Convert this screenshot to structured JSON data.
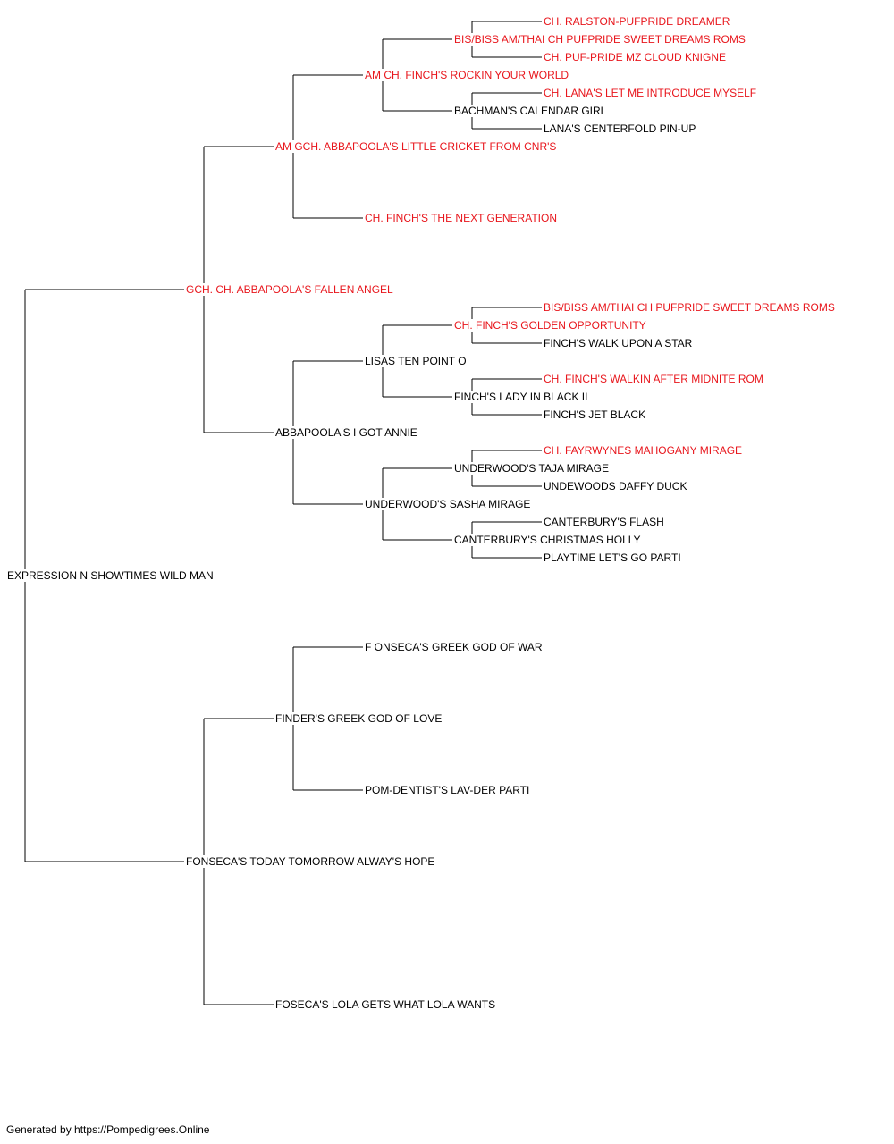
{
  "colors": {
    "champion": "#e8161c",
    "normal": "#000000",
    "line": "#000000"
  },
  "pedigree": {
    "subject": {
      "name": "EXPRESSION N SHOWTIMES WILD MAN",
      "champion": false
    },
    "sire": {
      "name": "GCH. CH. ABBAPOOLA'S FALLEN ANGEL",
      "champion": true,
      "sire": {
        "name": "AM GCH. ABBAPOOLA'S LITTLE CRICKET FROM CNR'S",
        "champion": true,
        "sire": {
          "name": "AM CH. FINCH'S ROCKIN YOUR WORLD",
          "champion": true,
          "sire": {
            "name": "BIS/BISS AM/THAI CH PUFPRIDE SWEET DREAMS ROMS",
            "champion": true,
            "sire": {
              "name": "CH. RALSTON-PUFPRIDE DREAMER",
              "champion": true
            },
            "dam": {
              "name": "CH. PUF-PRIDE MZ CLOUD KNIGNE",
              "champion": true
            }
          },
          "dam": {
            "name": "BACHMAN'S CALENDAR GIRL",
            "champion": false,
            "sire": {
              "name": "CH. LANA'S LET ME INTRODUCE MYSELF",
              "champion": true
            },
            "dam": {
              "name": "LANA'S CENTERFOLD PIN-UP",
              "champion": false
            }
          }
        },
        "dam": {
          "name": "CH. FINCH'S THE NEXT GENERATION",
          "champion": true
        }
      },
      "dam": {
        "name": "ABBAPOOLA'S I GOT ANNIE",
        "champion": false,
        "sire": {
          "name": "LISAS TEN POINT O",
          "champion": false,
          "sire": {
            "name": "CH. FINCH'S GOLDEN OPPORTUNITY",
            "champion": true,
            "sire": {
              "name": "BIS/BISS AM/THAI CH PUFPRIDE SWEET DREAMS ROMS",
              "champion": true
            },
            "dam": {
              "name": "FINCH'S WALK UPON A STAR",
              "champion": false
            }
          },
          "dam": {
            "name": "FINCH'S LADY IN BLACK II",
            "champion": false,
            "sire": {
              "name": "CH. FINCH'S WALKIN AFTER MIDNITE ROM",
              "champion": true
            },
            "dam": {
              "name": "FINCH'S JET BLACK",
              "champion": false
            }
          }
        },
        "dam": {
          "name": "UNDERWOOD'S SASHA MIRAGE",
          "champion": false,
          "sire": {
            "name": "UNDERWOOD'S TAJA MIRAGE",
            "champion": false,
            "sire": {
              "name": "CH. FAYRWYNES MAHOGANY MIRAGE",
              "champion": true
            },
            "dam": {
              "name": "UNDEWOODS DAFFY DUCK",
              "champion": false
            }
          },
          "dam": {
            "name": "CANTERBURY'S CHRISTMAS HOLLY",
            "champion": false,
            "sire": {
              "name": "CANTERBURY'S FLASH",
              "champion": false
            },
            "dam": {
              "name": "PLAYTIME LET'S GO PARTI",
              "champion": false
            }
          }
        }
      }
    },
    "dam": {
      "name": "FONSECA'S TODAY TOMORROW ALWAY'S HOPE",
      "champion": false,
      "sire": {
        "name": "FINDER'S GREEK GOD OF LOVE",
        "champion": false,
        "sire": {
          "name": "F ONSECA'S GREEK GOD OF WAR",
          "champion": false
        },
        "dam": {
          "name": "POM-DENTIST'S LAV-DER PARTI",
          "champion": false
        }
      },
      "dam": {
        "name": "FOSECA'S LOLA GETS WHAT LOLA WANTS",
        "champion": false
      }
    }
  },
  "footer": "Generated by https://Pompedigrees.Online"
}
